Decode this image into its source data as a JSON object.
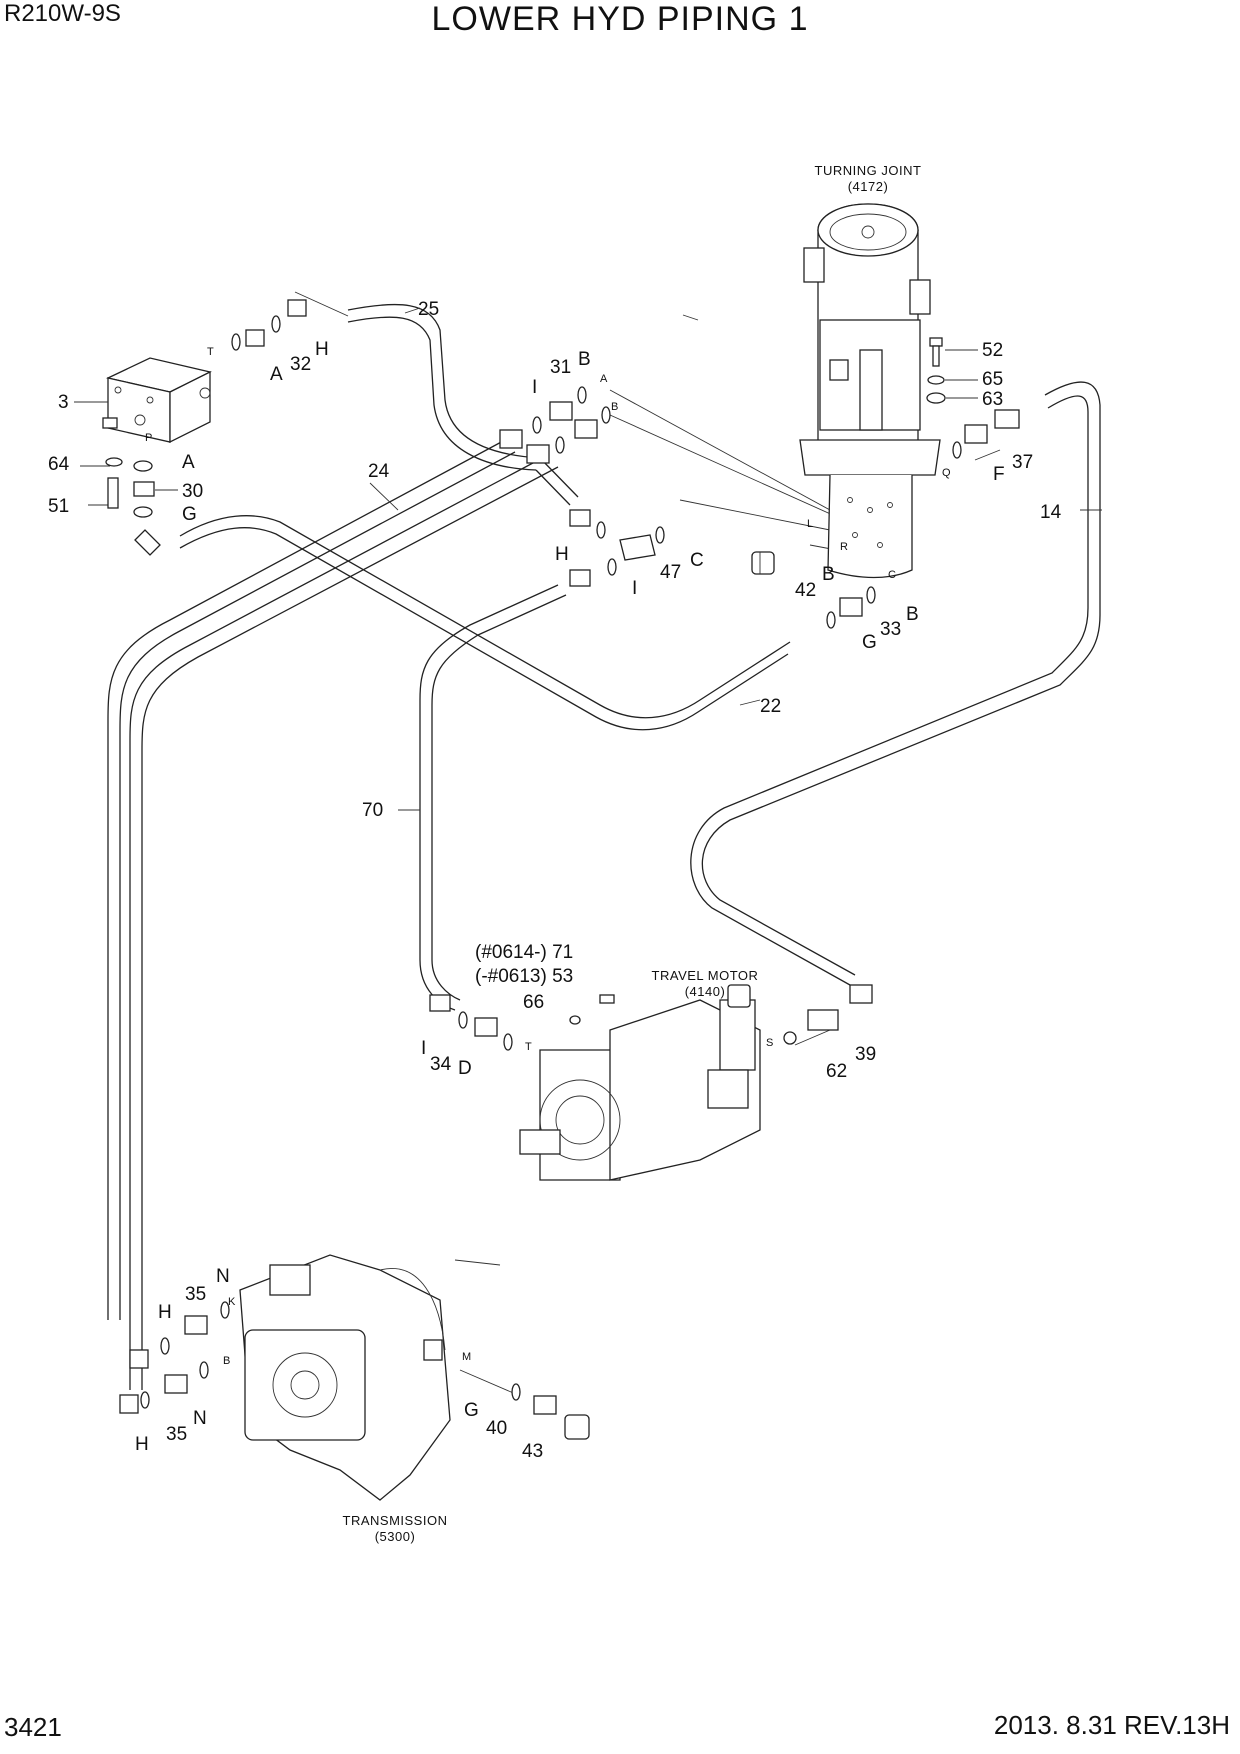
{
  "header": {
    "model": "R210W-9S",
    "title": "LOWER HYD PIPING 1"
  },
  "footer": {
    "page_number": "3421",
    "date_revision": "2013. 8.31  REV.13H"
  },
  "components": {
    "turning_joint": {
      "name": "TURNING JOINT",
      "code": "(4172)"
    },
    "travel_motor": {
      "name": "TRAVEL MOTOR",
      "code": "(4140)"
    },
    "transmission": {
      "name": "TRANSMISSION",
      "code": "(5300)"
    }
  },
  "part_labels": {
    "p3": "3",
    "p64": "64",
    "p51": "51",
    "p30": "30",
    "p32": "32",
    "p25": "25",
    "p24": "24",
    "p31": "31",
    "p52": "52",
    "p65": "65",
    "p63": "63",
    "p37": "37",
    "p14": "14",
    "p47": "47",
    "p42": "42",
    "p33": "33",
    "p22": "22",
    "p70": "70",
    "p71": "(#0614-) 71",
    "p53": "(-#0613) 53",
    "p66": "66",
    "p34": "34",
    "p39": "39",
    "p62": "62",
    "p35a": "35",
    "p35b": "35",
    "p40": "40",
    "p43": "43"
  },
  "port_labels": {
    "a1": "A",
    "a2": "A",
    "g1": "G",
    "h1": "H",
    "b1": "B",
    "i1": "I",
    "c1": "C",
    "h2": "H",
    "b2": "B",
    "i2": "I",
    "f1": "F",
    "g2": "G",
    "b3": "B",
    "i3": "I",
    "d1": "D",
    "n1": "N",
    "n2": "N",
    "h3": "H",
    "h4": "H",
    "g3": "G"
  },
  "small_port_letters": {
    "t1": "T",
    "p1": "P",
    "pa": "A",
    "pb": "B",
    "q": "Q",
    "l": "L",
    "r": "R",
    "c": "C",
    "t2": "T",
    "s": "S",
    "k": "K",
    "b4": "B",
    "m": "M"
  }
}
